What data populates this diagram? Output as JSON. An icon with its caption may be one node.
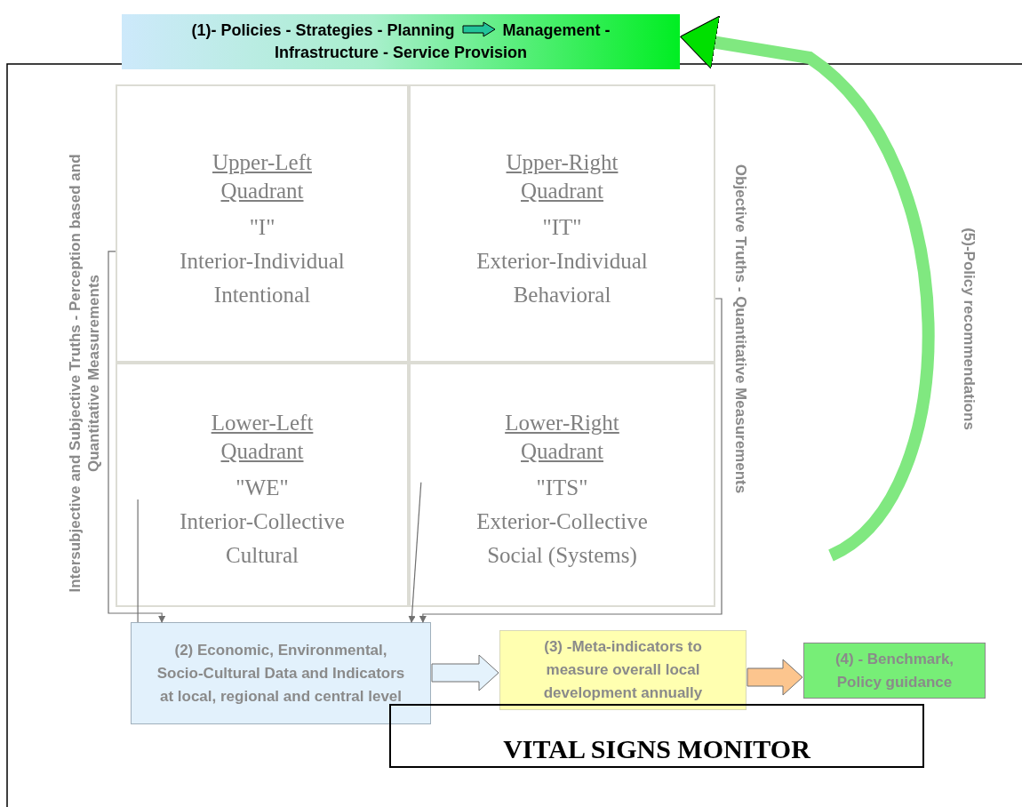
{
  "diagram": {
    "nodes": [
      {
        "text": [
          "(1)- Policies - Strategies - Planning",
          "Management - Infrastructure - Service Provision"
        ]
      },
      {
        "text": [
          "Upper-Left Quadrant",
          "\"I\"",
          "Interior-Individual Intentional"
        ]
      },
      {
        "text": [
          "Upper-Right Quadrant",
          "\"IT\"",
          "Exterior-Individual Behavioral"
        ]
      },
      {
        "text": [
          "Lower-Left Quadrant",
          "\"WE\"",
          "Interior-Collective Cultural"
        ]
      },
      {
        "text": [
          "Lower-Right Quadrant",
          "\"ITS\"",
          "Exterior-Collective Social (Systems)"
        ]
      },
      {
        "text": [
          "(2) Economic, Environmental, Socio-Cultural Data and Indicators at local, regional and central level"
        ]
      },
      {
        "text": [
          "(3) -Meta-indicators to measure overall local development annually"
        ]
      },
      {
        "text": [
          "(4) - Benchmark, Policy guidance"
        ]
      },
      {
        "text": [
          "VITAL SIGNS MONITOR"
        ]
      }
    ],
    "edges": [
      {
        "from": 1,
        "to": 5,
        "arrow": "to"
      },
      {
        "from": 2,
        "to": 5,
        "arrow": "to"
      },
      {
        "from": 3,
        "to": 5,
        "arrow": "none"
      },
      {
        "from": 4,
        "to": 5,
        "arrow": "to"
      },
      {
        "from": 5,
        "to": 6,
        "arrow": "to",
        "style": "thick",
        "color": "#e4f2fc"
      },
      {
        "from": 6,
        "to": 7,
        "arrow": "to",
        "style": "thick",
        "color": "#fcc58e"
      },
      {
        "from": null,
        "to": 0,
        "arrow": "to",
        "label": "(5)-Policy recommendations",
        "style": "thick",
        "color": "#80e880"
      }
    ],
    "labels": [
      "Intersubjective and Subjective Truths - Perception based and Quantitative Measurements",
      "Objective Truths - Quantitative Measurements"
    ]
  }
}
